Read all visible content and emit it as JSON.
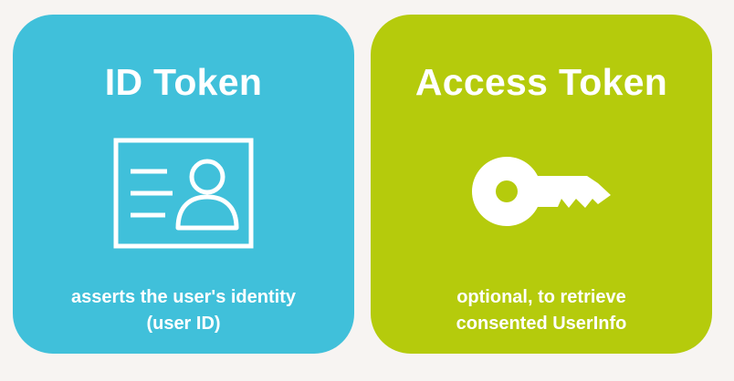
{
  "colors": {
    "background": "#f7f4f2",
    "id_token": "#40c0da",
    "access_token": "#b5cb0c",
    "foreground": "#ffffff"
  },
  "id_token": {
    "title": "ID Token",
    "icon": "id-card-icon",
    "description_lines": [
      "asserts the user's identity",
      "(user ID)"
    ]
  },
  "access_token": {
    "title": "Access Token",
    "icon": "key-icon",
    "description_lines": [
      "optional, to retrieve",
      "consented UserInfo"
    ]
  }
}
